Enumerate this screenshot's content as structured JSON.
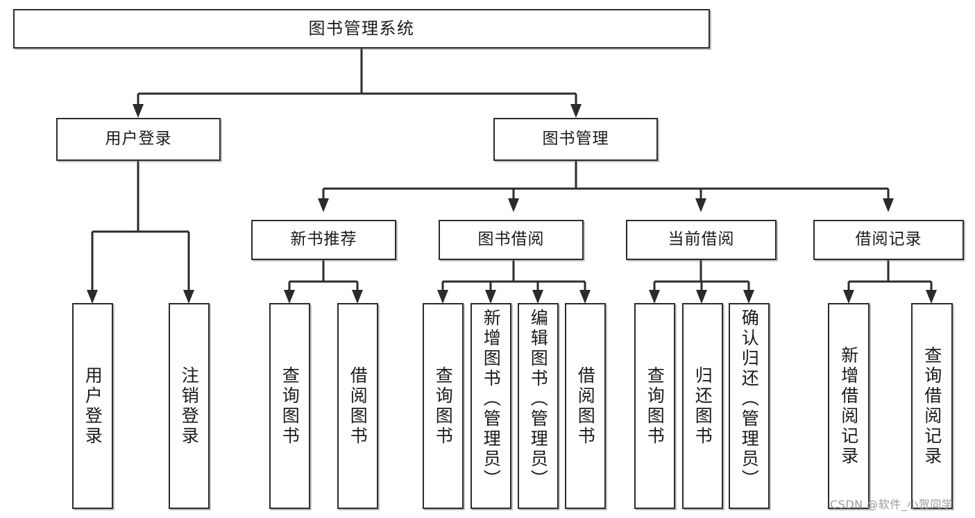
{
  "diagram": {
    "type": "tree",
    "title": "图书管理系统",
    "watermark": "CSDN @软件_小贺同学",
    "colors": {
      "stroke": "#2b2b2b",
      "fill": "#ffffff",
      "text": "#1a1a1a",
      "watermark": "#9a9a9a"
    },
    "nodes": {
      "root": {
        "label": "图书管理系统"
      },
      "level2": [
        {
          "label": "用户登录"
        },
        {
          "label": "图书管理"
        }
      ],
      "level3": [
        {
          "label": "新书推荐"
        },
        {
          "label": "图书借阅"
        },
        {
          "label": "当前借阅"
        },
        {
          "label": "借阅记录"
        }
      ],
      "leaves_user_login": [
        {
          "label": "用户登录"
        },
        {
          "label": "注销登录"
        }
      ],
      "leaves_new_book": [
        {
          "label": "查询图书"
        },
        {
          "label": "借阅图书"
        }
      ],
      "leaves_book_borrow": [
        {
          "label": "查询图书"
        },
        {
          "label": "新增图书（管理员）"
        },
        {
          "label": "编辑图书（管理员）"
        },
        {
          "label": "借阅图书"
        }
      ],
      "leaves_current_borrow": [
        {
          "label": "查询图书"
        },
        {
          "label": "归还图书"
        },
        {
          "label": "确认归还（管理员）"
        }
      ],
      "leaves_borrow_record": [
        {
          "label": "新增借阅记录"
        },
        {
          "label": "查询借阅记录"
        }
      ]
    }
  }
}
